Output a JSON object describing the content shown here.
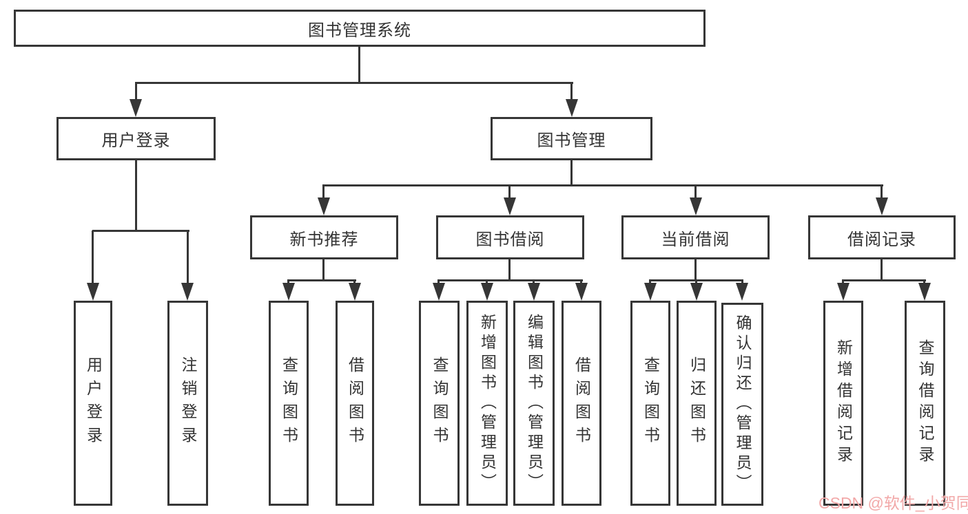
{
  "diagram": {
    "type": "hierarchy-tree",
    "nodes": {
      "root": "图书管理系统",
      "level2": {
        "user_login": "用户登录",
        "book_mgmt": "图书管理"
      },
      "level3": {
        "new_book_rec": "新书推荐",
        "book_borrow": "图书借阅",
        "current_borrow": "当前借阅",
        "borrow_records": "借阅记录"
      },
      "leaves": {
        "user_login": "用户登录",
        "logout": "注销登录",
        "nbr_query_books": "查询图书",
        "nbr_borrow_books": "借阅图书",
        "bb_query_books": "查询图书",
        "bb_add_books_admin": "新增图书（管理员）",
        "bb_edit_books_admin": "编辑图书（管理员）",
        "bb_borrow_books": "借阅图书",
        "cb_query_books": "查询图书",
        "cb_return_books": "归还图书",
        "cb_confirm_return_admin": "确认归还（管理员）",
        "br_add_record": "新增借阅记录",
        "br_query_record": "查询借阅记录"
      }
    },
    "edges": [
      [
        "图书管理系统",
        "用户登录"
      ],
      [
        "图书管理系统",
        "图书管理"
      ],
      [
        "用户登录",
        "用户登录(叶)"
      ],
      [
        "用户登录",
        "注销登录"
      ],
      [
        "图书管理",
        "新书推荐"
      ],
      [
        "图书管理",
        "图书借阅"
      ],
      [
        "图书管理",
        "当前借阅"
      ],
      [
        "图书管理",
        "借阅记录"
      ],
      [
        "新书推荐",
        "查询图书"
      ],
      [
        "新书推荐",
        "借阅图书"
      ],
      [
        "图书借阅",
        "查询图书"
      ],
      [
        "图书借阅",
        "新增图书（管理员）"
      ],
      [
        "图书借阅",
        "编辑图书（管理员）"
      ],
      [
        "图书借阅",
        "借阅图书"
      ],
      [
        "当前借阅",
        "查询图书"
      ],
      [
        "当前借阅",
        "归还图书"
      ],
      [
        "当前借阅",
        "确认归还（管理员）"
      ],
      [
        "借阅记录",
        "新增借阅记录"
      ],
      [
        "借阅记录",
        "查询借阅记录"
      ]
    ]
  },
  "watermark": {
    "text": "CSDN @软件_小贺同学",
    "color": "#f2a8a8"
  },
  "colors": {
    "line": "#363636",
    "text": "#333333",
    "background": "#ffffff"
  }
}
